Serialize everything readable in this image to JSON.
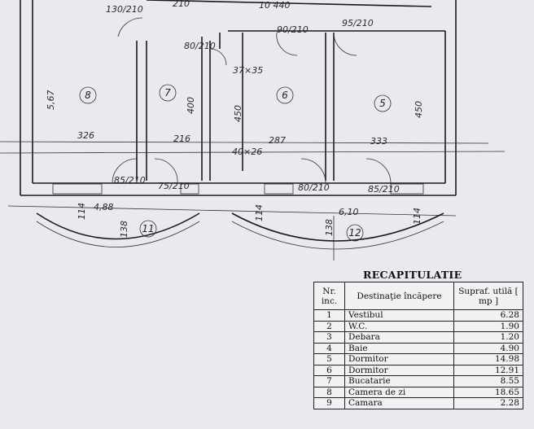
{
  "plan": {
    "room_numbers": [
      "8",
      "7",
      "6",
      "5",
      "11",
      "12"
    ],
    "dimensions": {
      "top_130_210": "130/210",
      "top_210": "210",
      "top_10_440": "10 440",
      "top_95_210": "95/210",
      "d_80_210_a": "80/210",
      "d_90_210": "90/210",
      "d_37_35": "37×35",
      "h_567": "5,67",
      "h_400": "400",
      "h_450a": "450",
      "h_450b": "450",
      "w_326": "326",
      "w_216": "216",
      "w_287": "287",
      "w_333": "333",
      "d_40_26": "40×26",
      "d_85_210a": "85/210",
      "d_75_210": "75/210",
      "d_80_210b": "80/210",
      "d_85_210b": "85/210",
      "b_488": "4,88",
      "b_610": "6,10",
      "b_138a": "138",
      "b_138b": "138",
      "b_114a": "114",
      "b_114b": "114",
      "b_114c": "114"
    }
  },
  "recap": {
    "title": "RECAPITULATIE",
    "headers": {
      "nr": "Nr. inc.",
      "dest": "Destinaţie încăpere",
      "supraf": "Supraf. utilă [ mp ]"
    },
    "rows": [
      {
        "nr": "1",
        "name": "Vestibul",
        "area": "6.28"
      },
      {
        "nr": "2",
        "name": "W.C.",
        "area": "1.90"
      },
      {
        "nr": "3",
        "name": "Debara",
        "area": "1.20"
      },
      {
        "nr": "4",
        "name": "Baie",
        "area": "4.90"
      },
      {
        "nr": "5",
        "name": "Dormitor",
        "area": "14.98"
      },
      {
        "nr": "6",
        "name": "Dormitor",
        "area": "12.91"
      },
      {
        "nr": "7",
        "name": "Bucatarie",
        "area": "8.55"
      },
      {
        "nr": "8",
        "name": "Camera de zi",
        "area": "18.65"
      },
      {
        "nr": "9",
        "name": "Camara",
        "area": "2.28"
      }
    ]
  }
}
